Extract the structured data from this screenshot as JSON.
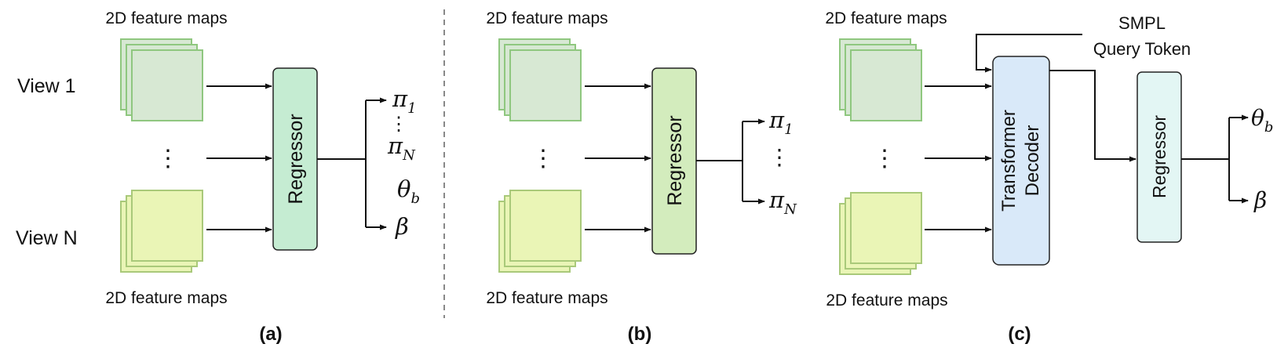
{
  "colors": {
    "green_map_fill": "#d7e8d3",
    "green_map_stroke": "#8fc77f",
    "yellow_map_fill": "#eaf5b6",
    "yellow_map_stroke": "#a9c97a",
    "regressor_a": "#c5ecd2",
    "regressor_b": "#d3ecbd",
    "regressor_c": "#e3f6f4",
    "transformer": "#d9e9f9",
    "divider": "#888888"
  },
  "panel_a": {
    "top_label": "2D feature maps",
    "bottom_label": "2D feature maps",
    "view1_label": "View 1",
    "viewN_label": "View N",
    "dots": "⋮",
    "regressor_label": "Regressor",
    "outputs": {
      "pi": "π",
      "sub_1": "1",
      "sub_N": "N",
      "dots": "⋮",
      "theta": "θ",
      "sub_b": "b",
      "beta": "β"
    },
    "caption": "(a)"
  },
  "panel_b": {
    "top_label": "2D feature maps",
    "bottom_label": "2D feature maps",
    "dots": "⋮",
    "regressor_label": "Regressor",
    "outputs": {
      "pi": "π",
      "sub_1": "1",
      "sub_N": "N",
      "dots": "⋮"
    },
    "caption": "(b)"
  },
  "panel_c": {
    "top_label": "2D feature maps",
    "bottom_label": "2D feature maps",
    "dots": "⋮",
    "token_line1": "SMPL",
    "token_line2": "Query Token",
    "transformer_line1": "Transformer",
    "transformer_line2": "Decoder",
    "regressor_label": "Regressor",
    "outputs": {
      "theta": "θ",
      "sub_b": "b",
      "beta": "β"
    },
    "caption": "(c)"
  }
}
